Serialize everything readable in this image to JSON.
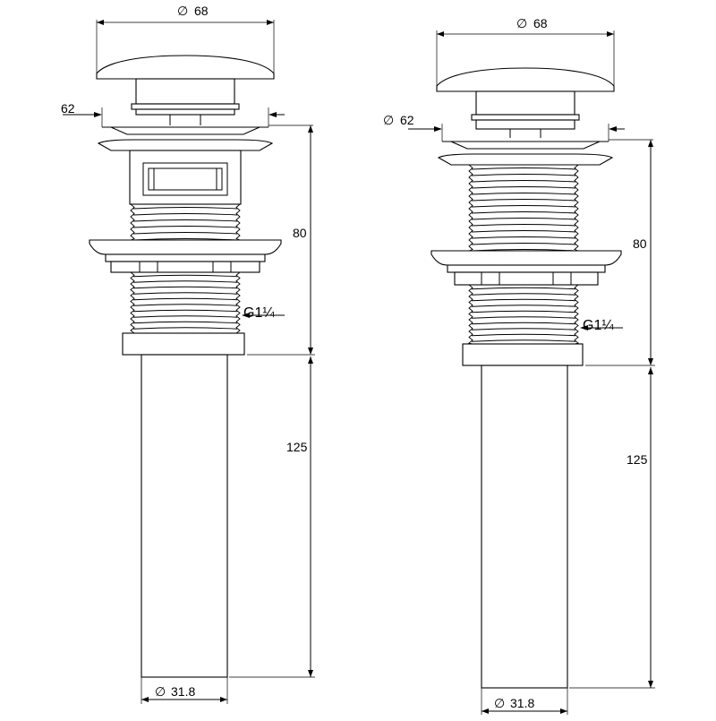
{
  "left_view": {
    "dim_cap_diameter": "68",
    "dim_flange": "62",
    "dim_body_height": "80",
    "dim_thread": "G1¼",
    "dim_tail_length": "125",
    "dim_tail_diameter": "31.8"
  },
  "right_view": {
    "dim_cap_diameter": "68",
    "dim_flange": "62",
    "dim_body_height": "80",
    "dim_thread": "G1¼",
    "dim_tail_length": "125",
    "dim_tail_diameter": "31.8"
  },
  "symbols": {
    "diameter": "∅"
  }
}
